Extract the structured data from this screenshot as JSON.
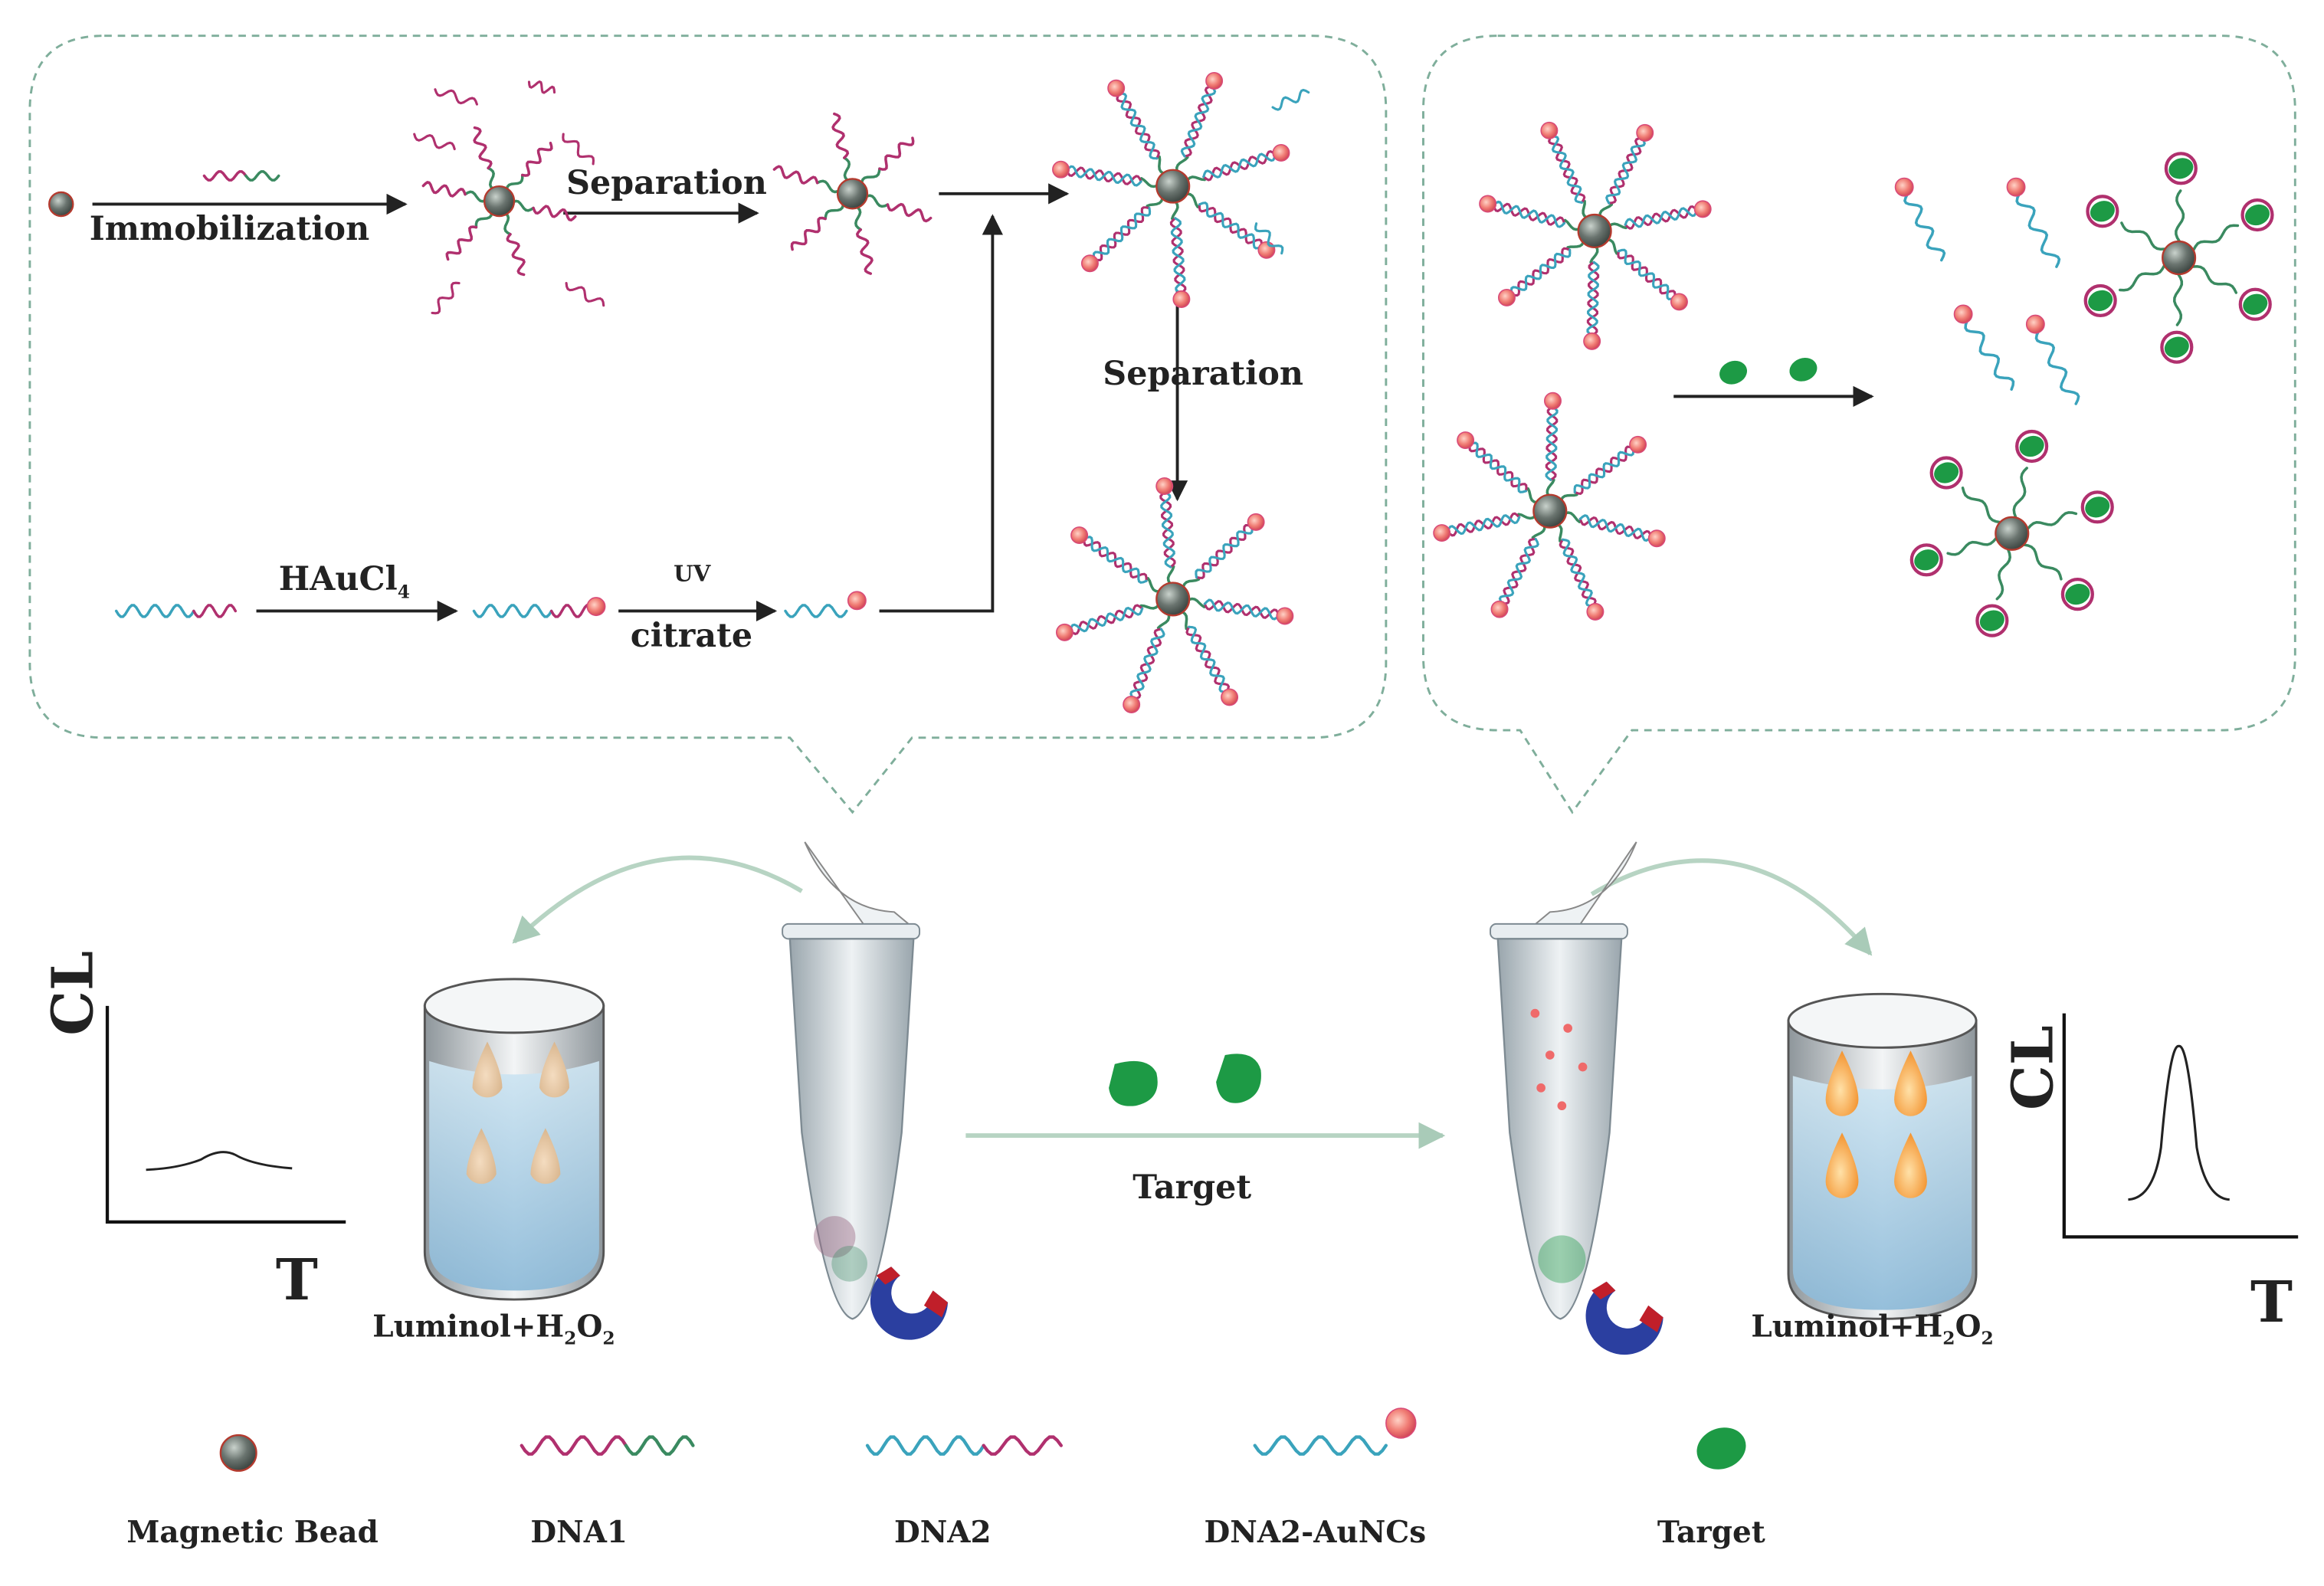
{
  "panel_top_left": {
    "immobilization": "Immobilization",
    "separation_1": "Separation",
    "separation_2": "Separation",
    "hauc": "HAuCl",
    "hauc_sub": "4",
    "uv": "UV",
    "citrate": "citrate"
  },
  "middle": {
    "target": "Target"
  },
  "left_assay": {
    "axis_y": "CL",
    "axis_x": "T",
    "reagent_prefix": "Luminol+H",
    "reagent_sub1": "2",
    "reagent_mid": "O",
    "reagent_sub2": "2"
  },
  "right_assay": {
    "axis_y": "CL",
    "axis_x": "T",
    "reagent_prefix": "Luminol+H",
    "reagent_sub1": "2",
    "reagent_mid": "O",
    "reagent_sub2": "2"
  },
  "legend": {
    "items": [
      "Magnetic Bead",
      "DNA1",
      "DNA2",
      "DNA2-AuNCs",
      "Target"
    ]
  },
  "colors": {
    "dna_magenta": "#b0306e",
    "dna_teal": "#3aa3bc",
    "dna_green": "#3a8a60",
    "target_green": "#1d9a45",
    "bead_gray": "#5f6a64",
    "aunc_pink": "#ef6a6a",
    "dashed_border": "#7fae9b",
    "arrow_light": "#b7d4c3"
  }
}
